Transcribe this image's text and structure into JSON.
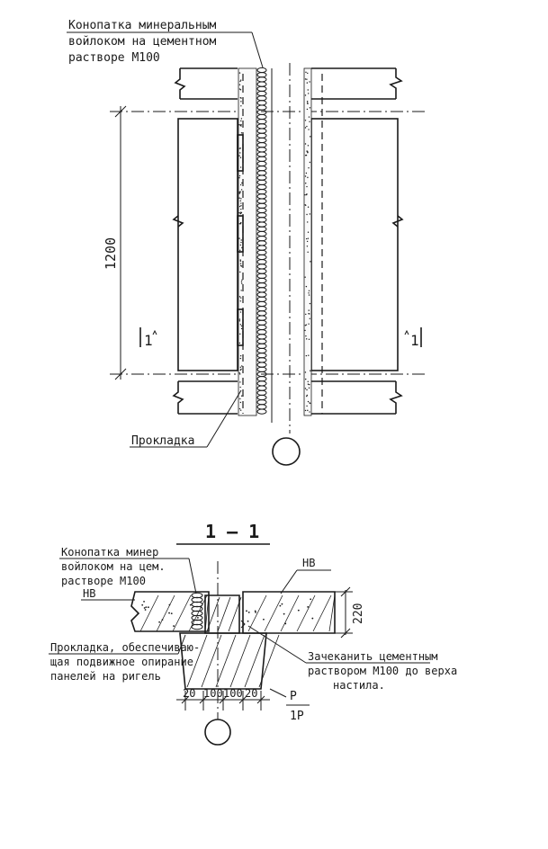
{
  "plan": {
    "caulk_note": [
      "Конопатка минеральным",
      "войлоком на цементном",
      "растворе М100"
    ],
    "gasket_label": "Прокладка",
    "dim_height": "1200",
    "cut_mark_left": "1",
    "cut_mark_right": "1"
  },
  "section": {
    "title": "1 — 1",
    "caulk_note": [
      "Конопатка минер",
      "войлоком на цем.",
      "растворе М100"
    ],
    "grade_left": "НВ",
    "grade_right": "НВ",
    "dim_height": "220",
    "gasket_note": [
      "Прокладка, обеспечиваю-",
      "щая подвижное опирание",
      "панелей на ригель"
    ],
    "grout_note": [
      "Зачеканить цементным",
      "раствором М100 до верха",
      "настила."
    ],
    "dims_bottom": [
      "20",
      "100",
      "100",
      "20"
    ],
    "beam_label": "Р",
    "beam_label_sub": "1Р"
  }
}
